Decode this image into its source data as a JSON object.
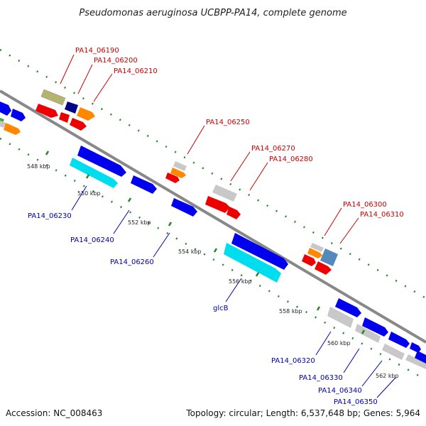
{
  "title": "Pseudomonas aeruginosa UCBPP-PA14, complete genome",
  "footer": {
    "accession": "Accession: NC_008463",
    "topology": "Topology: circular; Length: 6,537,648 bp; Genes: 5,964"
  },
  "ticks": [
    "548 kbp",
    "550 kbp",
    "552 kbp",
    "554 kbp",
    "556 kbp",
    "558 kbp",
    "560 kbp",
    "562 kbp"
  ],
  "labels_top": [
    "PA14_06190",
    "PA14_06200",
    "PA14_06210",
    "PA14_06250",
    "PA14_06270",
    "PA14_06280",
    "PA14_06300",
    "PA14_06310"
  ],
  "labels_bottom": [
    "PA14_06230",
    "PA14_06240",
    "PA14_06260",
    "glcB",
    "PA14_06320",
    "PA14_06330",
    "PA14_06340",
    "PA14_06350"
  ],
  "colors": {
    "backbone": "#888888",
    "dots": "#228822",
    "red": "#ee0000",
    "orange": "#ff8800",
    "blue": "#0000ee",
    "cyan": "#00ddee",
    "navy": "#000088",
    "gray": "#c8c8c8",
    "olive": "#b5b36e",
    "steel": "#5588bb",
    "green": "#44aa44",
    "label_top": "#cc0000",
    "label_bottom": "#0000aa"
  }
}
